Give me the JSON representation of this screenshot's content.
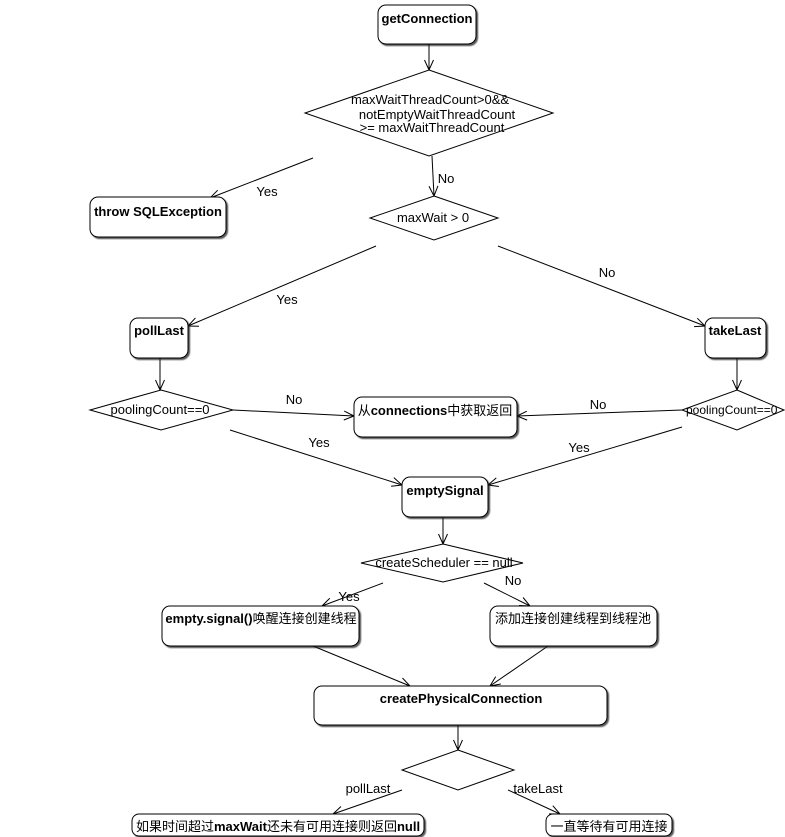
{
  "nodes": {
    "get_connection": "getConnection",
    "wait_thread_check": [
      "maxWaitThreadCount>0&&",
      "notEmptyWaitThreadCount",
      ">= maxWaitThreadCount"
    ],
    "throw_exception": "throw SQLException",
    "max_wait_check": "maxWait > 0",
    "poll_last": "pollLast",
    "take_last": "takeLast",
    "pooling_count_left": "poolingCount==0",
    "pooling_count_right": "poolingCount==0",
    "fetch_from_connections": [
      "从",
      "connections",
      "中获取返回"
    ],
    "empty_signal": "emptySignal",
    "create_scheduler_check": "createScheduler == null",
    "signal_create_thread": [
      "empty.signal()",
      "唤醒连接创建线程"
    ],
    "add_to_thread_pool": "添加连接创建线程到线程池",
    "create_physical_connection": "createPhysicalConnection",
    "return_null_on_timeout": [
      "如果时间超过",
      "maxWait",
      "还未有可用连接则返回",
      "null"
    ],
    "wait_forever": "一直等待有可用连接"
  },
  "edge_labels": {
    "wait_thread_yes": "Yes",
    "wait_thread_no": "No",
    "max_wait_yes": "Yes",
    "max_wait_no": "No",
    "pool_left_no": "No",
    "pool_right_no": "No",
    "pool_left_yes": "Yes",
    "pool_right_yes": "Yes",
    "scheduler_yes": "Yes",
    "scheduler_no": "No",
    "branch_poll_last": "pollLast",
    "branch_take_last": "takeLast"
  }
}
